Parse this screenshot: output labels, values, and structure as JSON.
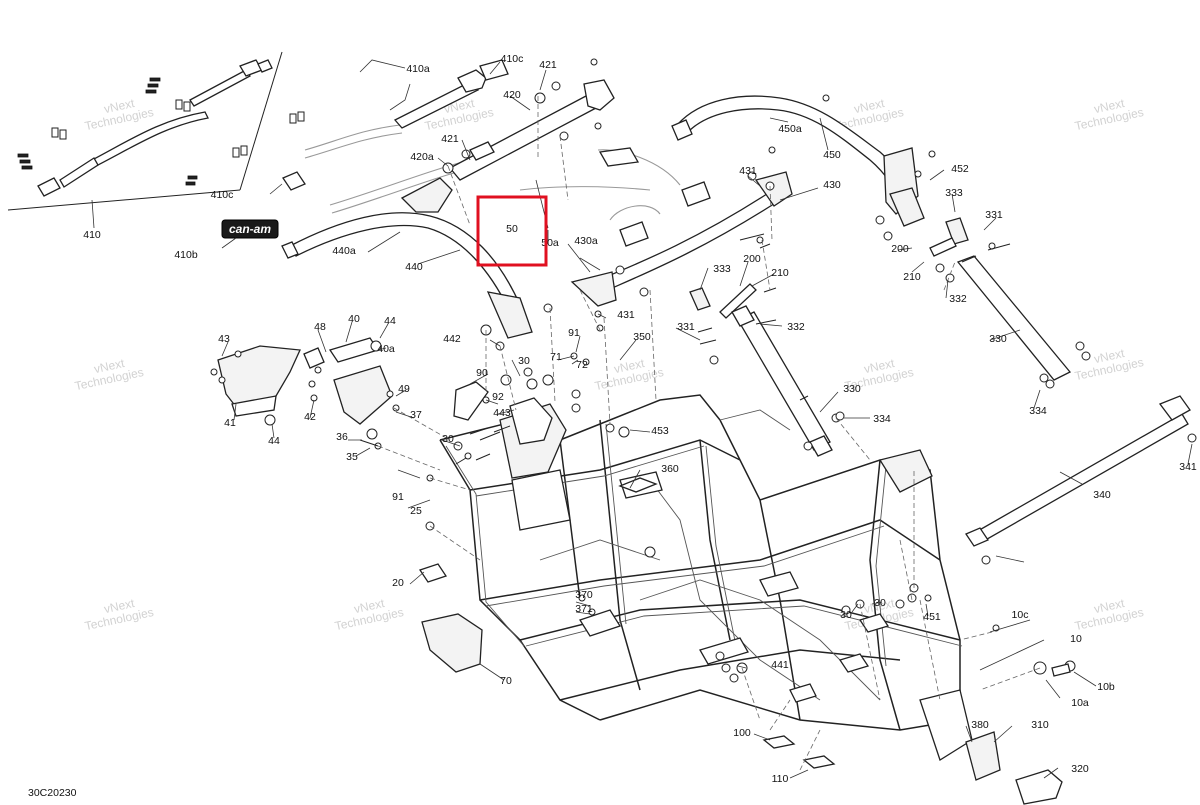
{
  "diagram": {
    "code": "30C20230",
    "watermark": [
      "vNext",
      "Technologies"
    ],
    "logo": "can-am",
    "highlight_callout": "50",
    "callouts": [
      "410",
      "410a",
      "410b",
      "410c",
      "420",
      "420a",
      "421",
      "430",
      "430a",
      "431",
      "440",
      "440a",
      "442",
      "443",
      "450",
      "450a",
      "452",
      "453",
      "50",
      "50a",
      "10",
      "10a",
      "10b",
      "10c",
      "20",
      "25",
      "30",
      "35",
      "36",
      "37",
      "40",
      "40a",
      "41",
      "42",
      "43",
      "44",
      "48",
      "49",
      "70",
      "71",
      "72",
      "90",
      "91",
      "92",
      "100",
      "110",
      "200",
      "210",
      "310",
      "320",
      "330",
      "331",
      "332",
      "333",
      "334",
      "340",
      "341",
      "350",
      "360",
      "370",
      "371",
      "380",
      "441",
      "451"
    ]
  }
}
